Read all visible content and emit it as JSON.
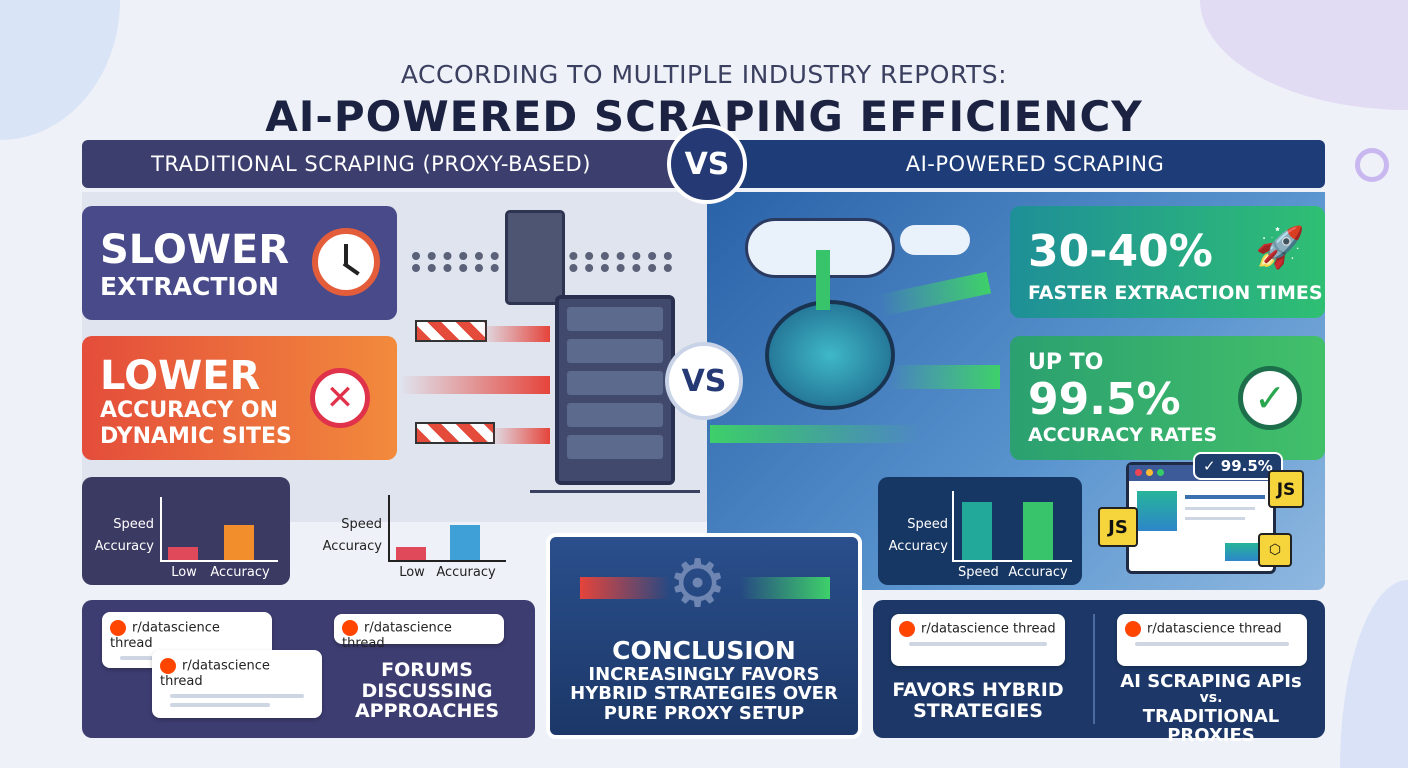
{
  "header": {
    "subtitle": "ACCORDING TO MULTIPLE INDUSTRY REPORTS:",
    "title": "AI-POWERED SCRAPING EFFICIENCY"
  },
  "comparison": {
    "left_title": "TRADITIONAL SCRAPING (PROXY-BASED)",
    "vs_label": "VS",
    "right_title": "AI-POWERED SCRAPING"
  },
  "traditional": {
    "card1": {
      "headline": "SLOWER",
      "sub": "EXTRACTION",
      "icon": "clock-icon"
    },
    "card2": {
      "headline": "LOWER",
      "sub1": "ACCURACY ON",
      "sub2": "DYNAMIC SITES",
      "icon": "x-circle-icon"
    },
    "chart1": {
      "y_labels": [
        "Speed",
        "Accuracy"
      ],
      "categories": [
        "Low",
        "Accuracy"
      ],
      "values": [
        20,
        55
      ],
      "colors": [
        "#e0495a",
        "#f28f2c"
      ]
    },
    "chart2": {
      "y_labels": [
        "Speed",
        "Accuracy"
      ],
      "categories": [
        "Low",
        "Accuracy"
      ],
      "values": [
        20,
        55
      ],
      "colors": [
        "#e0495a",
        "#3fa0d8"
      ]
    }
  },
  "ai": {
    "card1": {
      "headline": "30-40%",
      "sub": "FASTER EXTRACTION TIMES",
      "icon": "rocket-icon"
    },
    "card2": {
      "pre": "UP TO",
      "headline": "99.5%",
      "sub": "ACCURACY RATES",
      "icon": "check-circle-icon"
    },
    "chart": {
      "y_labels": [
        "Speed",
        "Accuracy"
      ],
      "categories": [
        "Speed",
        "Accuracy"
      ],
      "values": [
        90,
        90
      ],
      "colors": [
        "#23a99a",
        "#37c46a"
      ]
    },
    "browser": {
      "badge": "✓ 99.5%",
      "js_label": "JS"
    }
  },
  "bottom": {
    "forums": {
      "thread1": "r/datascience thread",
      "thread2": "r/datascience thread",
      "thread3": "r/datascience thread",
      "caption": [
        "FORUMS",
        "DISCUSSING",
        "APPROACHES"
      ]
    },
    "conclusion": {
      "title": "CONCLUSION",
      "lines": [
        "INCREASINGLY FAVORS",
        "HYBRID STRATEGIES OVER",
        "PURE PROXY SETUP"
      ]
    },
    "right": {
      "thread1": "r/datascience thread",
      "caption1": [
        "FAVORS HYBRID",
        "STRATEGIES"
      ],
      "thread2": "r/datascience thread",
      "caption2": [
        "AI SCRAPING APIs",
        "vs.",
        "TRADITIONAL PROXIES"
      ]
    }
  },
  "colors": {
    "navy": "#1f3d74",
    "purple": "#45457f",
    "orange": "#ea5f38",
    "green": "#36b36a",
    "teal": "#1f9c8c"
  }
}
